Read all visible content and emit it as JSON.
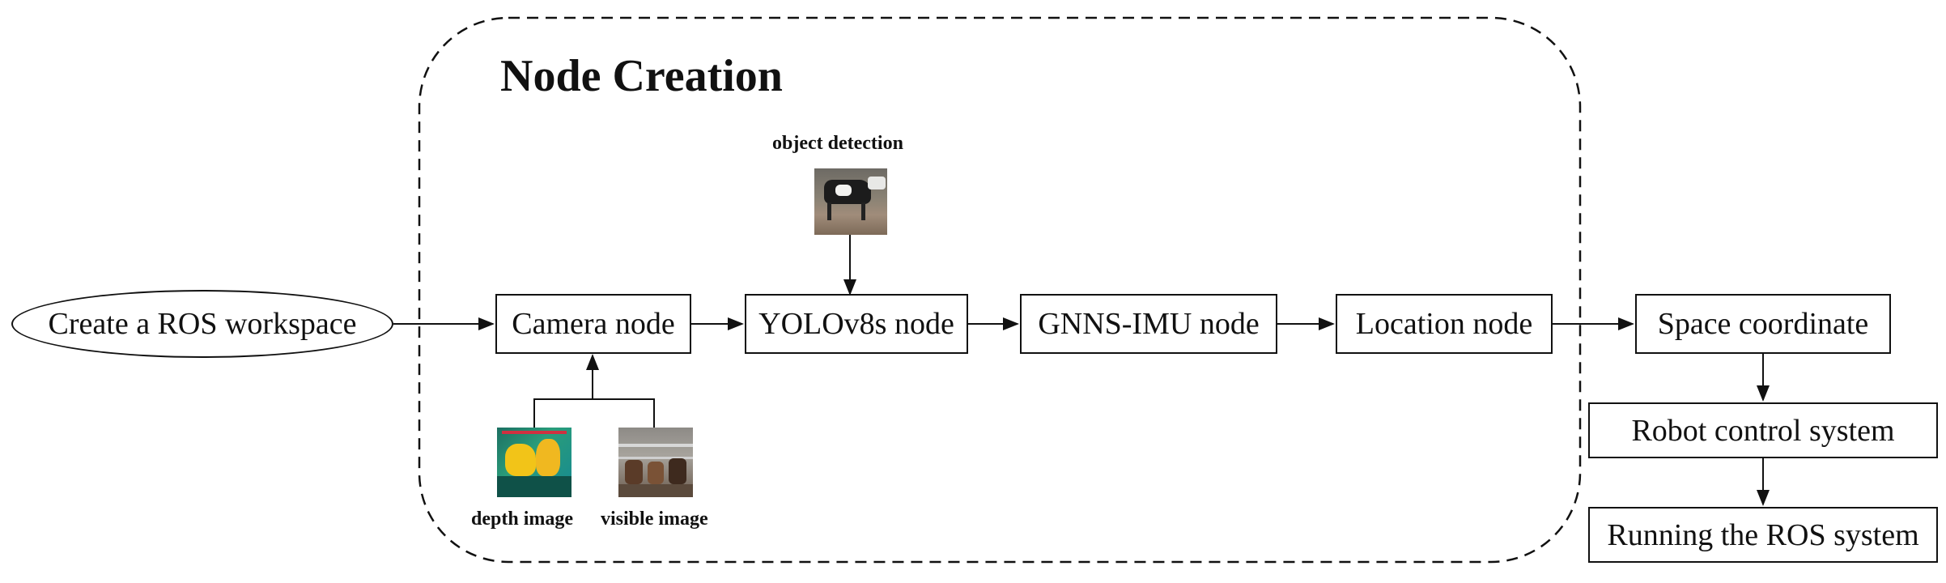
{
  "title": "Node Creation",
  "start": "Create a ROS workspace",
  "nodes": {
    "camera": "Camera node",
    "yolo": "YOLOv8s node",
    "gnns": "GNNS-IMU node",
    "location": "Location node"
  },
  "outputs": {
    "space": "Space coordinate",
    "robot": "Robot control system",
    "running": "Running the ROS system"
  },
  "images": {
    "object_detection": "object detection",
    "depth": "depth image",
    "visible": "visible image"
  },
  "colors": {
    "stroke": "#111111",
    "background": "#ffffff"
  }
}
